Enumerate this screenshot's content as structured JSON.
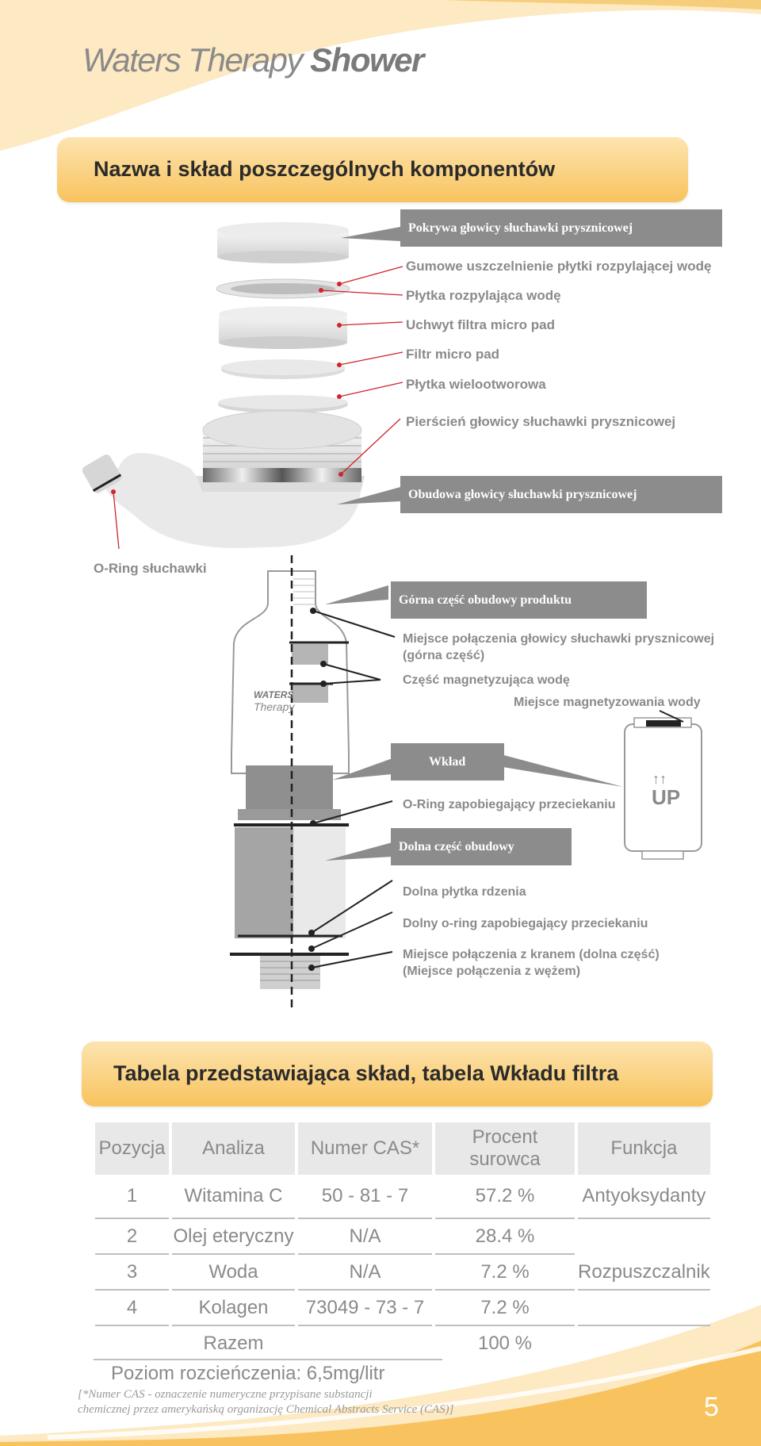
{
  "brand": {
    "prefix": "Waters Therapy",
    "suffix": "Shower"
  },
  "section1": {
    "title": "Nazwa i skład poszczególnych komponentów"
  },
  "showerhead": {
    "callouts": {
      "cover": "Pokrywa głowicy słuchawki prysznicowej",
      "gasket": "Gumowe uszczelnienie płytki rozpylającej wodę",
      "spray_plate": "Płytka rozpylająca wodę",
      "pad_holder": "Uchwyt filtra micro pad",
      "micro_pad": "Filtr micro pad",
      "multi_hole_plate": "Płytka wielootworowa",
      "ring": "Pierścień głowicy słuchawki prysznicowej",
      "housing": "Obudowa głowicy słuchawki prysznicowej",
      "handle_oring": "O-Ring słuchawki"
    }
  },
  "cartridge": {
    "upper_housing": "Górna część obudowy produktu",
    "connection_top_line1": "Miejsce połączenia głowicy słuchawki prysznicowej",
    "connection_top_line2": "(górna część)",
    "magnetizing_part": "Część magnetyzująca wodę",
    "magnetizing_place": "Miejsce magnetyzowania wody",
    "insert": "Wkład",
    "leak_oring": "O-Ring zapobiegający przeciekaniu",
    "lower_housing": "Dolna część obudowy",
    "core_plate": "Dolna płytka rdzenia",
    "lower_oring": "Dolny o-ring zapobiegający przeciekaniu",
    "connection_bottom_line1": "Miejsce połączenia z kranem (dolna część)",
    "connection_bottom_line2": "(Miejsce połączenia z wężem)",
    "logo_line1": "WATERS",
    "logo_line2": "Therapy",
    "up_arrows": "↑↑",
    "up_text": "UP"
  },
  "section2": {
    "title": "Tabela przedstawiająca skład, tabela Wkładu filtra"
  },
  "table": {
    "headers": [
      "Pozycja",
      "Analiza",
      "Numer CAS*",
      "Procent surowca",
      "Funkcja"
    ],
    "rows": [
      [
        "1",
        "Witamina C",
        "50 - 81 - 7",
        "57.2 %",
        "Antyoksydanty"
      ],
      [
        "2",
        "Olej eteryczny",
        "N/A",
        "28.4 %",
        ""
      ],
      [
        "3",
        "Woda",
        "N/A",
        "7.2 %",
        "Rozpuszczalnik"
      ],
      [
        "4",
        "Kolagen",
        "73049 - 73 - 7",
        "7.2 %",
        ""
      ],
      [
        "",
        "Razem",
        "",
        "100 %",
        ""
      ]
    ]
  },
  "dilution": "Poziom rozcieńczenia: 6,5mg/litr",
  "footnote": {
    "line1": "[*Numer CAS - oznaczenie numeryczne przypisane substancji",
    "line2": "chemicznej przez amerykańską organizację Chemical Abstracts Service (CAS)]"
  },
  "page_number": "5",
  "colors": {
    "accent": "#f8c35e",
    "label_gray": "#8a8a8a",
    "callout_box": "#8c8c8c",
    "leader_red": "#d0242b"
  }
}
